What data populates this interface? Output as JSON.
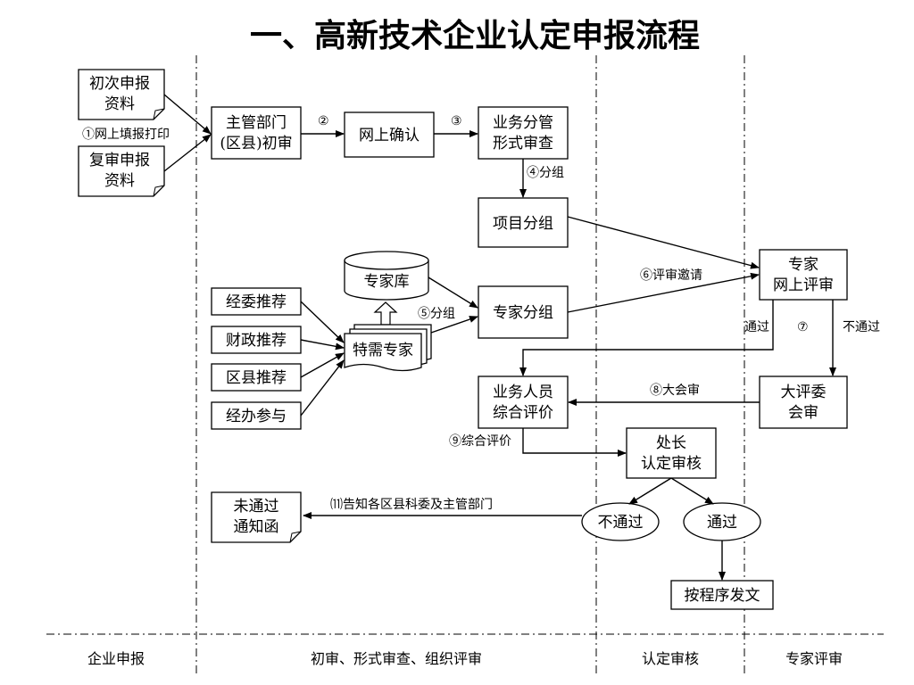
{
  "title": "一、高新技术企业认定申报流程",
  "docs": {
    "initial": [
      "初次申报",
      "资料"
    ],
    "review": [
      "复审申报",
      "资料"
    ]
  },
  "boxes": {
    "dept": [
      "主管部门",
      "(区县)初审"
    ],
    "online_confirm": [
      "网上确认"
    ],
    "business_review": [
      "业务分管",
      "形式审查"
    ],
    "project_group": [
      "项目分组"
    ],
    "expert_db": [
      "专家库"
    ],
    "expert_group": [
      "专家分组"
    ],
    "special_experts": [
      "特需专家"
    ],
    "online_review": [
      "专家",
      "网上评审"
    ],
    "business_eval": [
      "业务人员",
      "综合评价"
    ],
    "committee": [
      "大评委",
      "会审"
    ],
    "director": [
      "处长",
      "认定审核"
    ],
    "fail_notice": [
      "未通过",
      "通知函"
    ],
    "publish": [
      "按程序发文"
    ]
  },
  "recommend": [
    "经委推荐",
    "财政推荐",
    "区县推荐",
    "经办参与"
  ],
  "ellipses": {
    "fail": "不通过",
    "pass": "通过"
  },
  "edges": {
    "step1": "①网上填报打印",
    "step2": "②",
    "step3": "③",
    "step4": "④分组",
    "step5": "⑤分组",
    "step6": "⑥评审邀请",
    "pass_label": "通过",
    "step7": "⑦",
    "fail_label": "不通过",
    "step8": "⑧大会审",
    "step9": "⑨综合评价",
    "step10": "⑾告知各区县科委及主管部门"
  },
  "footer": [
    "企业申报",
    "初审、形式审查、组织评审",
    "认定审核",
    "专家评审"
  ]
}
